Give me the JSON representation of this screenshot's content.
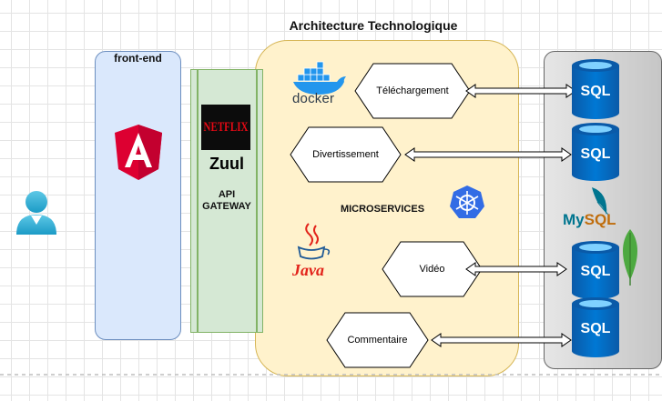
{
  "title": "Architecture Technologique",
  "frontend": {
    "label": "front-end",
    "icon": "angular-logo-icon"
  },
  "gateway": {
    "brand": "NETFLIX",
    "name": "Zuul",
    "label": "API\nGATEWAY"
  },
  "microservices": {
    "label": "MICROSERVICES",
    "docker_text": "docker",
    "java_text": "Java",
    "services": [
      {
        "label": "Téléchargement"
      },
      {
        "label": "Divertissement"
      },
      {
        "label": "Vidéo"
      },
      {
        "label": "Commentaire"
      }
    ]
  },
  "databases": {
    "sql_label": "SQL",
    "mysql_label_my": "My",
    "mysql_label_sql": "SQL",
    "icons": [
      "sql-database-icon",
      "mysql-logo-icon",
      "mongodb-leaf-icon"
    ]
  },
  "user": {
    "icon": "user-icon"
  },
  "colors": {
    "frontend_fill": "#dae8fc",
    "frontend_stroke": "#6c8ebf",
    "gateway_fill": "#d5e8d4",
    "gateway_stroke": "#82b366",
    "microservices_fill": "#fff2cc",
    "microservices_stroke": "#d6b656",
    "database_blue": "#0078d4",
    "angular_red": "#dd0031",
    "docker_blue": "#2396ed",
    "kubernetes_blue": "#326ce5",
    "mongodb_green": "#4da940"
  }
}
